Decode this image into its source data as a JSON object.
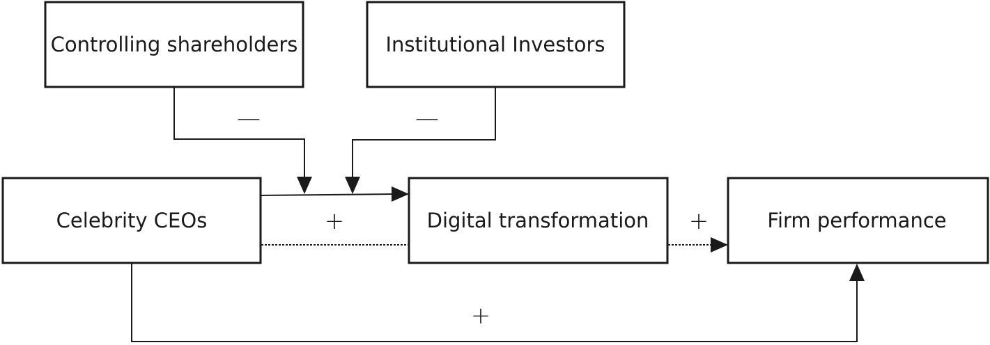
{
  "boxes": {
    "controlling_shareholders": "Controlling shareholders",
    "institutional_investors": "Institutional Investors",
    "celebrity_ceos": "Celebrity CEOs",
    "digital_transformation": "Digital transformation",
    "firm_performance": "Firm performance"
  },
  "signs": {
    "controlling_effect": "—",
    "institutional_effect": "—",
    "ceo_to_digital": "+",
    "digital_to_performance": "+",
    "ceo_to_performance": "+"
  }
}
